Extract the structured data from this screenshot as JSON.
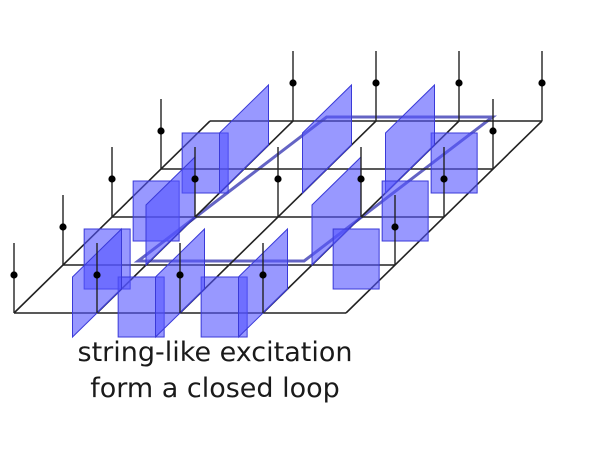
{
  "caption": {
    "line1": "string-like excitation",
    "line2": "form a closed loop"
  },
  "colors": {
    "background": "#ffffff",
    "lattice_line": "#222222",
    "node": "#000000",
    "membrane_fill": "#5454ff",
    "membrane_edge": "#3a3ad8",
    "loop_line": "#3030b0"
  },
  "diagram": {
    "description_type": "3d-lattice-membranes",
    "grid_cells": 4,
    "membrane_count": 16
  }
}
